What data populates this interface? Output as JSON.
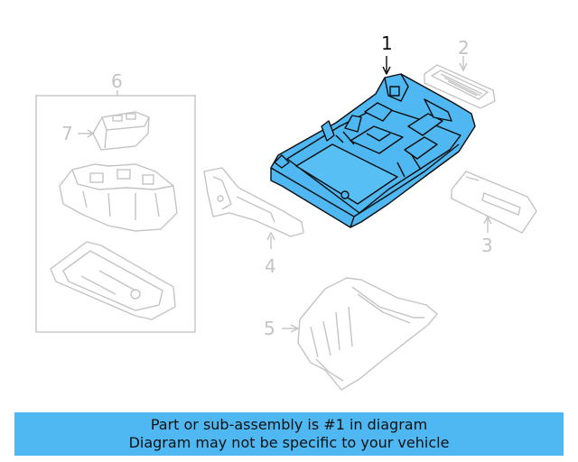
{
  "callouts": {
    "c1": "1",
    "c2": "2",
    "c3": "3",
    "c4": "4",
    "c5": "5",
    "c6": "6",
    "c7": "7"
  },
  "colors": {
    "highlight_fill": "#4fb8f2",
    "highlight_stroke": "#0d0d0d",
    "ghost_stroke": "#c4c4c4",
    "banner_bg": "#4fb8f2"
  },
  "banner": {
    "line1": "Part or sub-assembly is #1 in diagram",
    "line2": "Diagram may not be specific to your vehicle"
  }
}
